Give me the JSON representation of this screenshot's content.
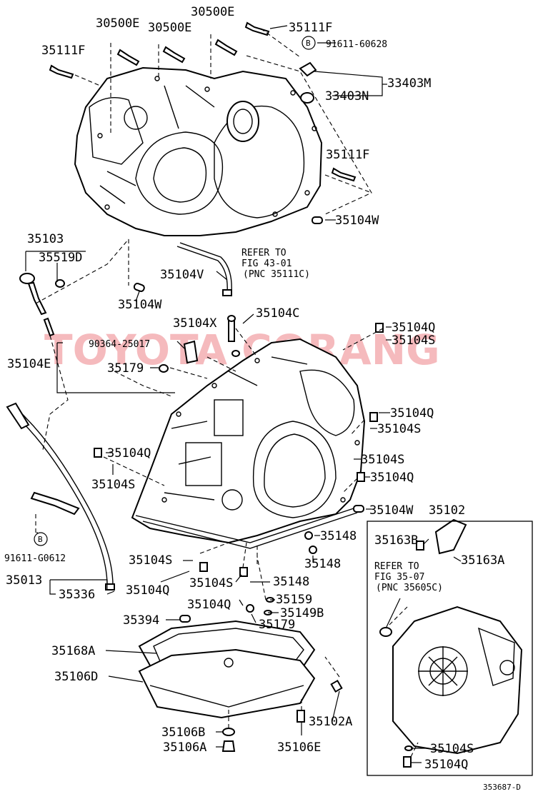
{
  "watermark": {
    "text": "TOYOTA CORANG",
    "color": "#f2a3a8"
  },
  "labels": {
    "p30500E_a": "30500E",
    "p30500E_b": "30500E",
    "p30500E_c": "30500E",
    "p35111F_a": "35111F",
    "p35111F_b": "35111F",
    "p35111F_c": "35111F",
    "p91611_60628": "91611-60628",
    "p33403M": "33403M",
    "p33403N": "33403N",
    "p35104W_a": "35104W",
    "p35104W_b": "35104W",
    "p35104W_c": "35104W",
    "p35103": "35103",
    "p35519D": "35519D",
    "p35104V": "35104V",
    "p35104X": "35104X",
    "p35104C": "35104C",
    "p35104Q_a": "35104Q",
    "p35104S_a": "35104S",
    "p90364": "90364-25017",
    "p35179_a": "35179",
    "p35104E": "35104E",
    "p35104Q_b": "35104Q",
    "p35104S_b": "35104S",
    "p35104Q_c": "35104Q",
    "p35104S_c": "35104S",
    "p35104S_d": "35104S",
    "p35104Q_d": "35104Q",
    "p35102": "35102",
    "p35163B": "35163B",
    "p35163A": "35163A",
    "p35148_a": "35148",
    "p35148_b": "35148",
    "p35148_c": "35148",
    "p35104S_e": "35104S",
    "p35104Q_e": "35104Q",
    "p35104S_f": "35104S",
    "p35104Q_f": "35104Q",
    "p35159": "35159",
    "p35149B": "35149B",
    "p35179_b": "35179",
    "p91611_G0612": "91611-G0612",
    "p35013": "35013",
    "p35336": "35336",
    "p35394": "35394",
    "p35168A": "35168A",
    "p35106D": "35106D",
    "p35102A": "35102A",
    "p35106B": "35106B",
    "p35106A": "35106A",
    "p35106E": "35106E",
    "p35104S_g": "35104S",
    "p35104Q_g": "35104Q"
  },
  "badges": {
    "b_top": "B",
    "b_left": "B"
  },
  "refer1": {
    "line1": "REFER TO",
    "line2": "FIG 43-01",
    "line3": "(PNC 35111C)"
  },
  "refer2": {
    "line1": "REFER TO",
    "line2": "FIG 35-07",
    "line3": "(PNC 35605C)"
  },
  "figure_id": "353687-D"
}
